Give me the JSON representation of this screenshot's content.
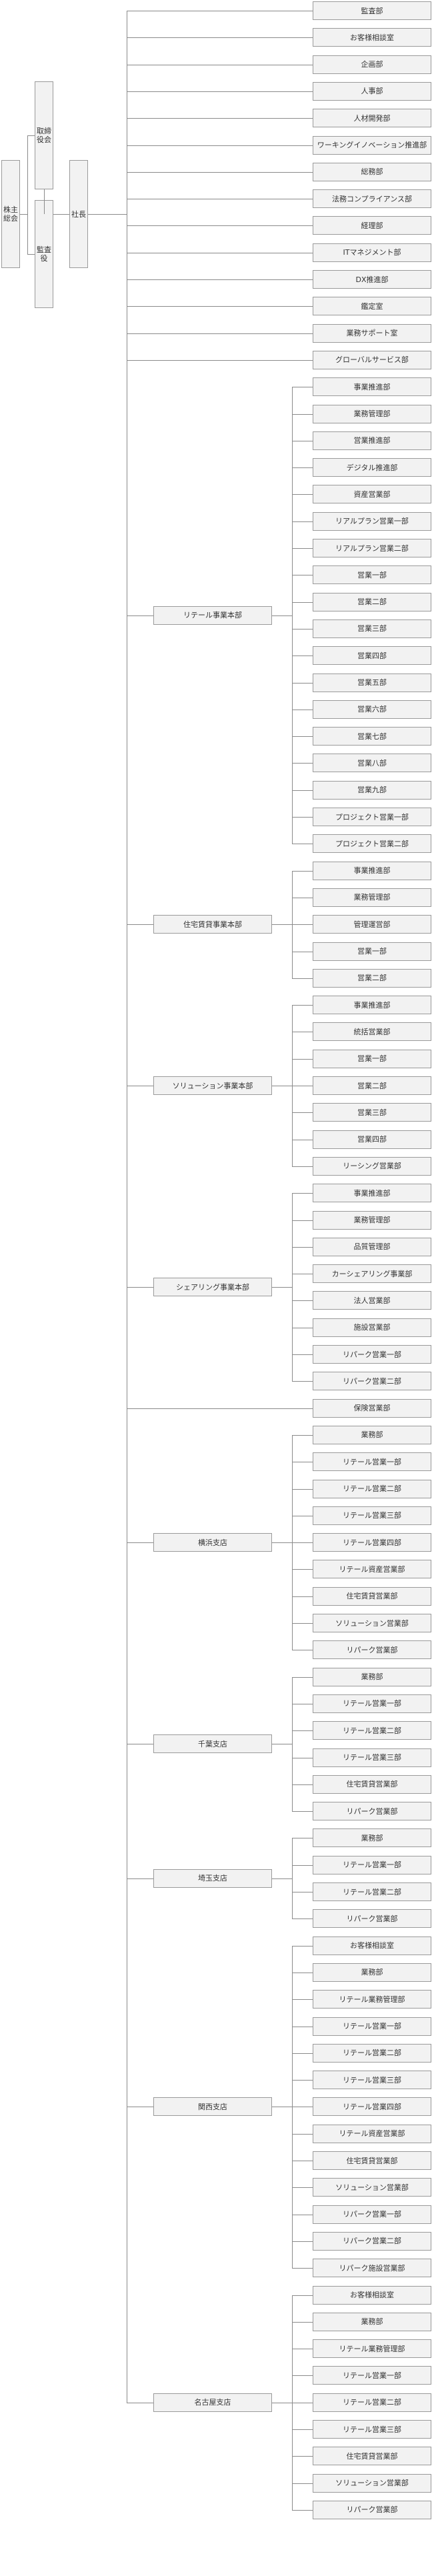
{
  "left_column": {
    "shareholders": "株主総会",
    "board": "取締役会",
    "auditors": "監査役",
    "president": "社長"
  },
  "direct_departments": [
    "監査部",
    "お客様相談室",
    "企画部",
    "人事部",
    "人材開発部",
    "ワーキングイノベーション推進部",
    "総務部",
    "法務コンプライアンス部",
    "経理部",
    "ITマネジメント部",
    "DX推進部",
    "鑑定室",
    "業務サポート室",
    "グローバルサービス部"
  ],
  "divisions": [
    {
      "name": "リテール事業本部",
      "children": [
        "事業推進部",
        "業務管理部",
        "営業推進部",
        "デジタル推進部",
        "資産営業部",
        "リアルプラン営業一部",
        "リアルプラン営業二部",
        "営業一部",
        "営業二部",
        "営業三部",
        "営業四部",
        "営業五部",
        "営業六部",
        "営業七部",
        "営業八部",
        "営業九部",
        "プロジェクト営業一部",
        "プロジェクト営業二部"
      ]
    },
    {
      "name": "住宅賃貸事業本部",
      "children": [
        "事業推進部",
        "業務管理部",
        "管理運営部",
        "営業一部",
        "営業二部"
      ]
    },
    {
      "name": "ソリューション事業本部",
      "children": [
        "事業推進部",
        "統括営業部",
        "営業一部",
        "営業二部",
        "営業三部",
        "営業四部",
        "リーシング営業部"
      ]
    },
    {
      "name": "シェアリング事業本部",
      "children": [
        "事業推進部",
        "業務管理部",
        "品質管理部",
        "カーシェアリング事業部",
        "法人営業部",
        "施設営業部",
        "リパーク営業一部",
        "リパーク営業二部"
      ]
    }
  ],
  "standalone_department": "保険営業部",
  "branches": [
    {
      "name": "横浜支店",
      "children": [
        "業務部",
        "リテール営業一部",
        "リテール営業二部",
        "リテール営業三部",
        "リテール営業四部",
        "リテール資産営業部",
        "住宅賃貸営業部",
        "ソリューション営業部",
        "リパーク営業部"
      ]
    },
    {
      "name": "千葉支店",
      "children": [
        "業務部",
        "リテール営業一部",
        "リテール営業二部",
        "リテール営業三部",
        "住宅賃貸営業部",
        "リパーク営業部"
      ]
    },
    {
      "name": "埼玉支店",
      "children": [
        "業務部",
        "リテール営業一部",
        "リテール営業二部",
        "リパーク営業部"
      ]
    },
    {
      "name": "関西支店",
      "children": [
        "お客様相談室",
        "業務部",
        "リテール業務管理部",
        "リテール営業一部",
        "リテール営業二部",
        "リテール営業三部",
        "リテール営業四部",
        "リテール資産営業部",
        "住宅賃貸営業部",
        "ソリューション営業部",
        "リパーク営業一部",
        "リパーク営業二部",
        "リパーク施設営業部"
      ]
    },
    {
      "name": "名古屋支店",
      "children": [
        "お客様相談室",
        "業務部",
        "リテール業務管理部",
        "リテール営業一部",
        "リテール営業二部",
        "リテール営業三部",
        "住宅賃貸営業部",
        "ソリューション営業部",
        "リパーク営業部"
      ]
    }
  ]
}
